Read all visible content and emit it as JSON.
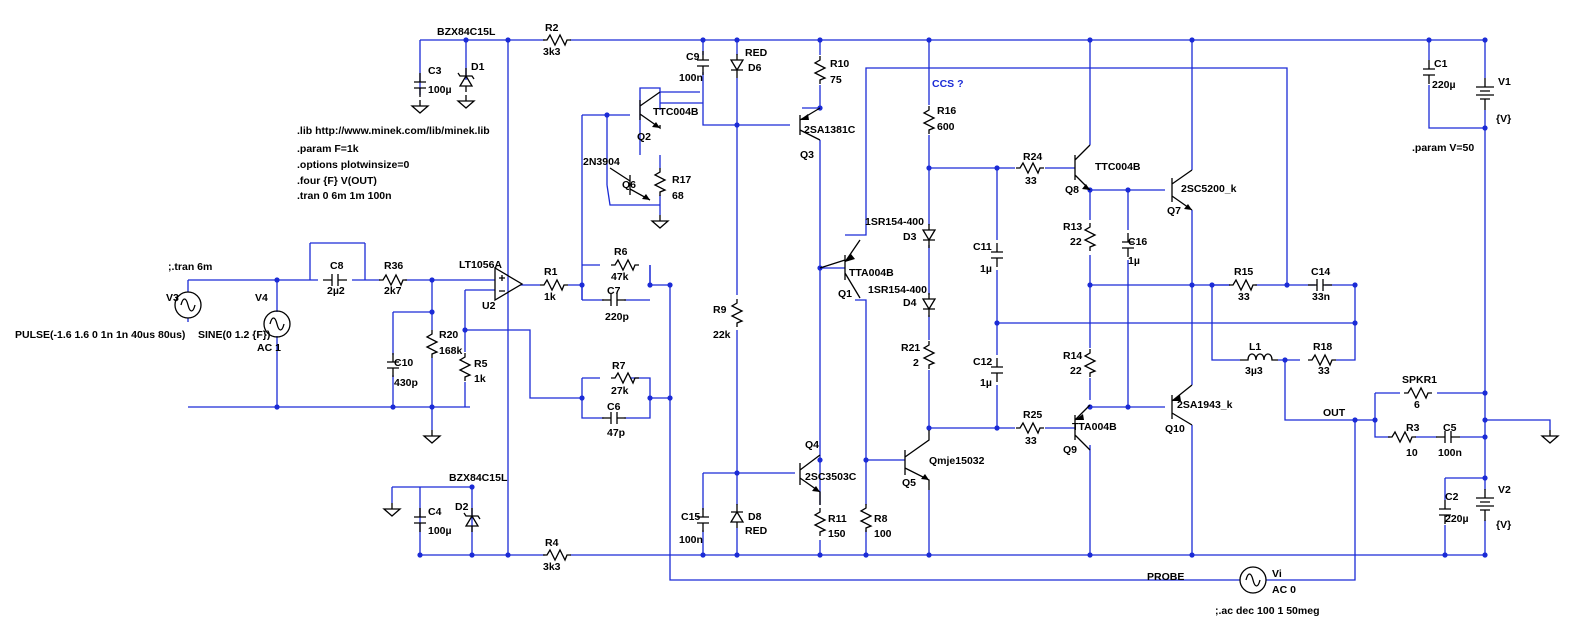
{
  "directives": {
    "lib": ".lib http://www.minek.com/lib/minek.lib",
    "param_f": ".param F=1k",
    "options": ".options plotwinsize=0",
    "four": ".four {F} V(OUT)",
    "tran": ".tran 0 6m 1m 100n",
    "tran_comment": ";.tran 6m",
    "param_v": ".param V=50",
    "ac_comment": ";.ac dec 100 1 50meg",
    "ccs_note": "CCS ?"
  },
  "sources": {
    "v3_name": "V3",
    "v3_value": "PULSE(-1.6 1.6 0 1n 1n 40us 80us)",
    "v4_name": "V4",
    "v4_value": "SINE(0 1.2 {F})",
    "v4_ac": "AC 1",
    "v1_name": "V1",
    "v1_value": "{V}",
    "v2_name": "V2",
    "v2_value": "{V}",
    "vi_name": "Vi",
    "vi_value": "AC 0"
  },
  "nets": {
    "probe": "PROBE",
    "out": "OUT"
  },
  "parts": {
    "u2_model": "LT1056A",
    "u2_name": "U2",
    "d1_model": "BZX84C15L",
    "d1_name": "D1",
    "d2_model": "BZX84C15L",
    "d2_name": "D2",
    "c3_name": "C3",
    "c3_value": "100µ",
    "c4_name": "C4",
    "c4_value": "100µ",
    "r2_name": "R2",
    "r2_value": "3k3",
    "r4_name": "R4",
    "r4_value": "3k3",
    "c8_name": "C8",
    "c8_value": "2µ2",
    "r36_name": "R36",
    "r36_value": "2k7",
    "r20_name": "R20",
    "r20_value": "168k",
    "r5_name": "R5",
    "r5_value": "1k",
    "c10_name": "C10",
    "c10_value": "430p",
    "r1_name": "R1",
    "r1_value": "1k",
    "r6_name": "R6",
    "r6_value": "47k",
    "c7_name": "C7",
    "c7_value": "220p",
    "r7_name": "R7",
    "r7_value": "27k",
    "c6_name": "C6",
    "c6_value": "47p",
    "q2_name": "Q2",
    "q2_model": "TTC004B",
    "q6_name": "Q6",
    "q6_model": "2N3904",
    "r17_name": "R17",
    "r17_value": "68",
    "c9_name": "C9",
    "c9_value": "100n",
    "d6_name": "D6",
    "d6_model": "RED",
    "r9_name": "R9",
    "r9_value": "22k",
    "c15_name": "C15",
    "c15_value": "100n",
    "d8_name": "D8",
    "d8_model": "RED",
    "r10_name": "R10",
    "r10_value": "75",
    "q3_name": "Q3",
    "q3_model": "2SA1381C",
    "q1_name": "Q1",
    "q1_model": "TTA004B",
    "q4_name": "Q4",
    "q4_model": "2SC3503C",
    "r11_name": "R11",
    "r11_value": "150",
    "r8_name": "R8",
    "r8_value": "100",
    "r16_name": "R16",
    "r16_value": "600",
    "d3_name": "D3",
    "d3_model": "1SR154-400",
    "d4_name": "D4",
    "d4_model": "1SR154-400",
    "r21_name": "R21",
    "r21_value": "2",
    "q5_name": "Q5",
    "q5_model": "Qmje15032",
    "c11_name": "C11",
    "c11_value": "1µ",
    "c12_name": "C12",
    "c12_value": "1µ",
    "r24_name": "R24",
    "r24_value": "33",
    "r25_name": "R25",
    "r25_value": "33",
    "q8_name": "Q8",
    "q8_model": "TTC004B",
    "q9_name": "Q9",
    "q9_model": "TTA004B",
    "r13_name": "R13",
    "r13_value": "22",
    "r14_name": "R14",
    "r14_value": "22",
    "c16_name": "C16",
    "c16_value": "1µ",
    "q7_name": "Q7",
    "q7_model": "2SC5200_k",
    "q10_name": "Q10",
    "q10_model": "2SA1943_k",
    "r15_name": "R15",
    "r15_value": "33",
    "c14_name": "C14",
    "c14_value": "33n",
    "l1_name": "L1",
    "l1_value": "3µ3",
    "r18_name": "R18",
    "r18_value": "33",
    "spkr_name": "SPKR1",
    "spkr_value": "6",
    "r3_name": "R3",
    "r3_value": "10",
    "c5_name": "C5",
    "c5_value": "100n",
    "c1_name": "C1",
    "c1_value": "220µ",
    "c2_name": "C2",
    "c2_value": "220µ"
  }
}
